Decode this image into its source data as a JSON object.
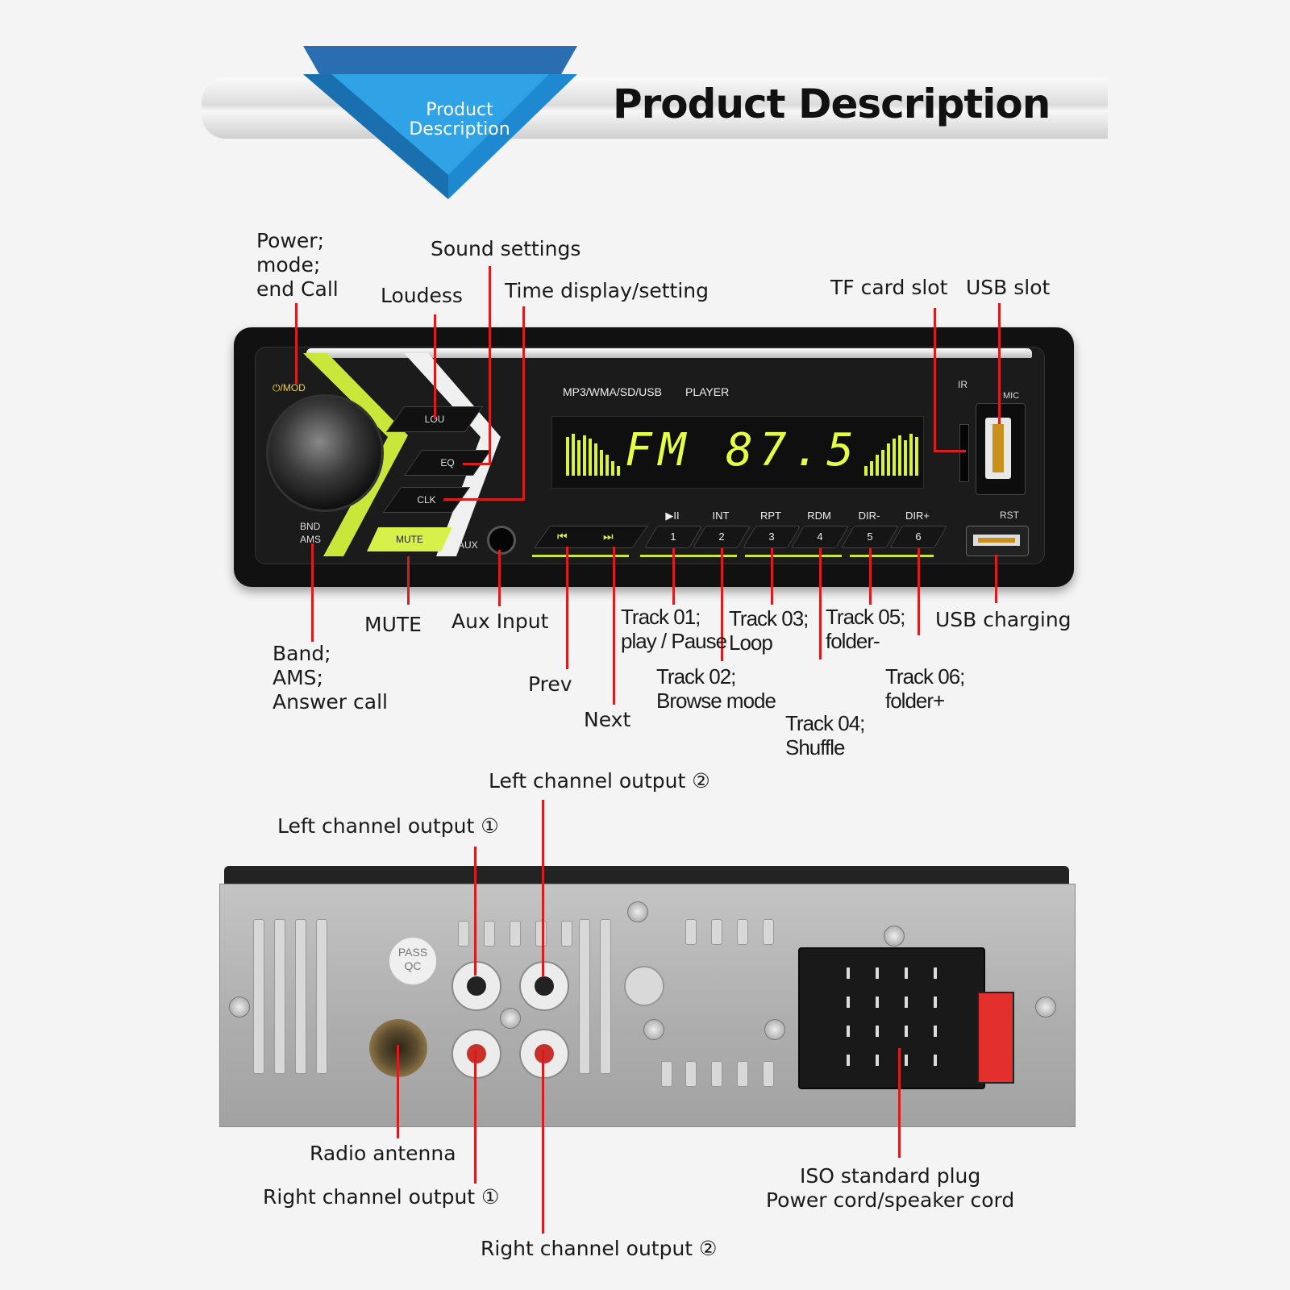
{
  "header": {
    "title": "Product Description",
    "badge": "Product\nDescription",
    "badge_color": "#1e88d0"
  },
  "front_panel": {
    "display_text": "FM 87.5",
    "model_text": "MP3/WMA/SD/USB",
    "player_text": "PLAYER",
    "power_text": "⏻/MOD",
    "bnd_text": "BND",
    "ams_text": "AMS",
    "lou_label": "LOU",
    "eq_label": "EQ",
    "clk_label": "CLK",
    "mute_label": "MUTE",
    "aux_label": "AUX",
    "ir_label": "IR",
    "mic_label": "MIC",
    "rst_label": "RST",
    "key_caps": [
      "▶II",
      "INT",
      "RPT",
      "RDM",
      "DIR-",
      "DIR+"
    ],
    "key_numbers": [
      "1",
      "2",
      "3",
      "4",
      "5",
      "6"
    ],
    "prev_symbol": "⏮",
    "next_symbol": "⏭",
    "accent_color": "#d8f14a"
  },
  "callouts": {
    "power": "Power;\nmode;\nend Call",
    "sound_settings": "Sound settings",
    "loudess": "Loudess",
    "time_display": "Time display/setting",
    "tf_card": "TF card slot",
    "usb_slot": "USB slot",
    "band": "Band;\nAMS;\nAnswer call",
    "mute": "MUTE",
    "aux_input": "Aux Input",
    "prev": "Prev",
    "next": "Next",
    "track01": "Track 01;\nplay / Pause",
    "track02": "Track 02;\nBrowse mode",
    "track03": "Track 03;\nLoop",
    "track04": "Track 04;\nShuffle",
    "track05": "Track 05;\nfolder-",
    "track06": "Track 06;\nfolder+",
    "usb_charging": "USB charging"
  },
  "back_panel": {
    "pass_qc": "PASS\nQC",
    "left_out_2": "Left channel output ②",
    "left_out_1": "Left channel output ①",
    "radio_antenna": "Radio antenna",
    "right_out_1": "Right channel output ①",
    "right_out_2": "Right channel output ②",
    "iso_plug": "ISO standard plug\nPower cord/speaker cord"
  },
  "colors": {
    "callout_line": "#d61e1e",
    "background": "#f4f4f4"
  }
}
